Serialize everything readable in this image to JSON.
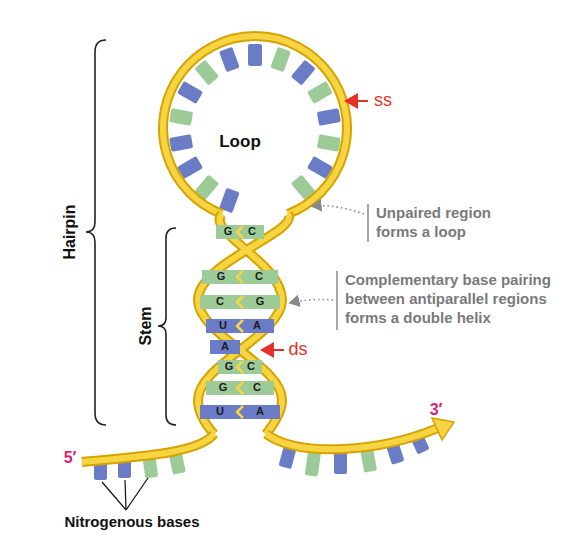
{
  "diagram": {
    "labels": [
      "Hairpin",
      "Loop",
      "ss",
      "Unpaired region forms a loop",
      "Stem",
      "G",
      "C",
      "G",
      "C",
      "C",
      "G",
      "U",
      "A",
      "A",
      "G",
      "C",
      "G",
      "C",
      "U",
      "A",
      "Complementary base pairing between antiparallel regions forms a double helix",
      "ds",
      "5′",
      "3′",
      "Nitrogenous bases"
    ]
  }
}
